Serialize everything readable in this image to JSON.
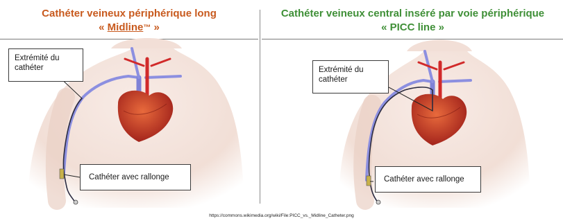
{
  "left_panel": {
    "title_line1": "Cathéter veineux périphérique long",
    "title_line2_open": "« ",
    "title_brand": "Midline",
    "title_tm": "™",
    "title_line2_close": " »",
    "tip_label_line1": "Extrémité du",
    "tip_label_line2": "cathéter",
    "extension_label": "Cathéter avec rallonge"
  },
  "right_panel": {
    "title_line1": "Cathéter veineux central inséré par voie périphérique",
    "title_line2": "« PICC line »",
    "tip_label_line1": "Extrémité du",
    "tip_label_line2": "cathéter",
    "extension_label": "Cathéter avec rallonge"
  },
  "source": "https://commons.wikimedia.org/wiki/File:PICC_vs._Midline_Catheter.png",
  "colors": {
    "left_title": "#c85a1e",
    "right_title": "#3f8f37",
    "skin": "#f1dcd3",
    "vein": "#8c8fe0",
    "artery": "#d12a2a",
    "heart": "#c0352a",
    "catheter": "#2b2b40"
  }
}
